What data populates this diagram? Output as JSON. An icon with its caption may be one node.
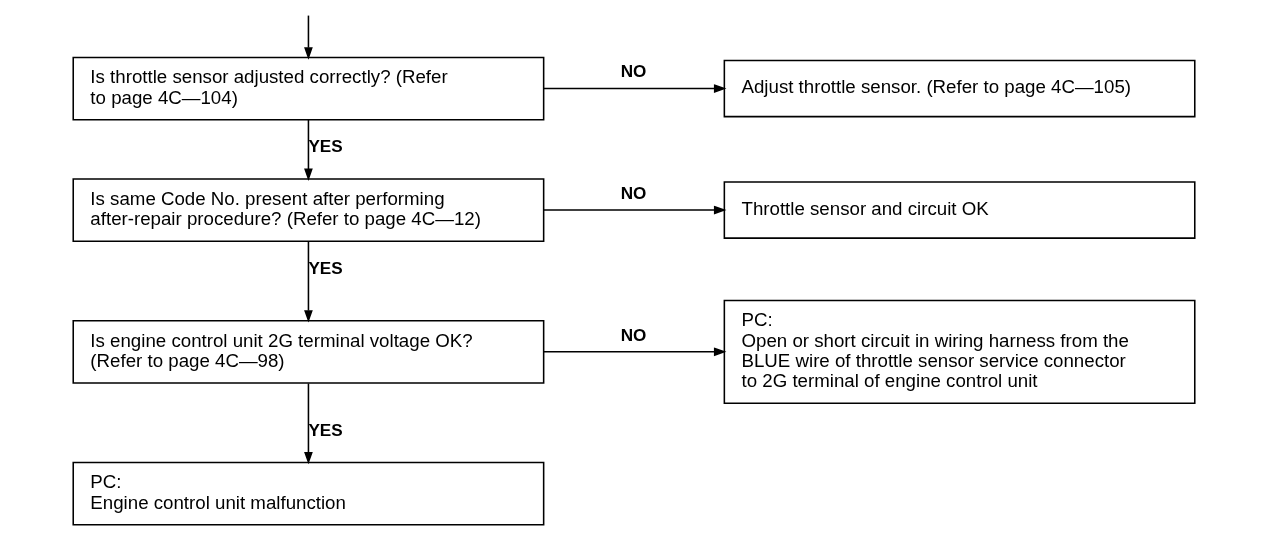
{
  "diagram": {
    "nodes": [
      {
        "text": [
          "Is throttle sensor adjusted correctly? (Refer to page 4C—104)"
        ]
      },
      {
        "text": [
          "Adjust throttle sensor. (Refer to page 4C—105)"
        ]
      },
      {
        "text": [
          "Is same Code No. present after performing after-repair procedure? (Refer to page 4C—12)"
        ]
      },
      {
        "text": [
          "Throttle sensor and circuit OK"
        ]
      },
      {
        "text": [
          "Is engine control unit 2G terminal voltage OK? (Refer to page 4C—98)"
        ]
      },
      {
        "text": [
          "PC:",
          "Open or short circuit in wiring harness from the BLUE wire of throttle sensor service connector to 2G terminal of engine control unit"
        ]
      },
      {
        "text": [
          "PC:",
          "Engine control unit malfunction"
        ]
      }
    ],
    "edges": [
      {
        "from": null,
        "to": 0,
        "arrow": "to"
      },
      {
        "from": 0,
        "to": 1,
        "arrow": "to",
        "label": "NO"
      },
      {
        "from": 0,
        "to": 2,
        "arrow": "to",
        "label": "YES"
      },
      {
        "from": 2,
        "to": 3,
        "arrow": "to",
        "label": "NO"
      },
      {
        "from": 2,
        "to": 4,
        "arrow": "to",
        "label": "YES"
      },
      {
        "from": 4,
        "to": 5,
        "arrow": "to",
        "label": "NO"
      },
      {
        "from": 4,
        "to": 6,
        "arrow": "to",
        "label": "YES"
      }
    ]
  }
}
